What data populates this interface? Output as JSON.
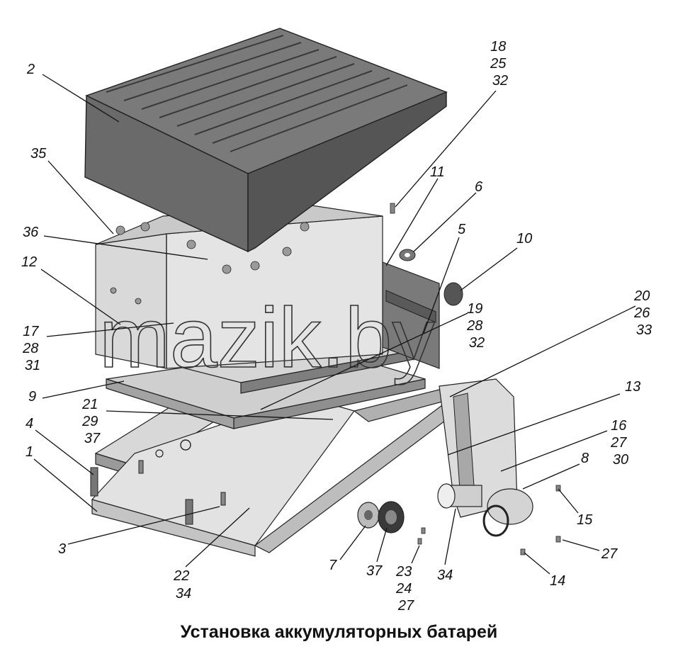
{
  "caption": "Установка аккумуляторных батарей",
  "watermark": "mazik.by",
  "colors": {
    "metal": "#cfcfcf",
    "shadow": "#8a8a8a",
    "cover": "#6e6e6e",
    "line": "#111111"
  },
  "callouts": {
    "c2": [
      "2"
    ],
    "c18": [
      "18",
      "25",
      "32"
    ],
    "c11": [
      "11"
    ],
    "c6": [
      "6"
    ],
    "c35": [
      "35"
    ],
    "c5": [
      "5"
    ],
    "c10": [
      "10"
    ],
    "c36": [
      "36"
    ],
    "c12": [
      "12"
    ],
    "c20": [
      "20",
      "26",
      "33"
    ],
    "c19": [
      "19",
      "28",
      "32"
    ],
    "c17": [
      "17",
      "28",
      "31"
    ],
    "c9": [
      "9"
    ],
    "c21": [
      "21",
      "29",
      "37"
    ],
    "c13": [
      "13"
    ],
    "c4": [
      "4"
    ],
    "c16": [
      "16",
      "27",
      "30"
    ],
    "c1": [
      "1"
    ],
    "c8": [
      "8"
    ],
    "c15": [
      "15"
    ],
    "c3": [
      "3"
    ],
    "c27": [
      "27"
    ],
    "c7": [
      "7"
    ],
    "c37": [
      "37"
    ],
    "c23": [
      "23",
      "24",
      "27"
    ],
    "c34a": [
      "34"
    ],
    "c14": [
      "14"
    ],
    "c22": [
      "22",
      "34"
    ]
  }
}
